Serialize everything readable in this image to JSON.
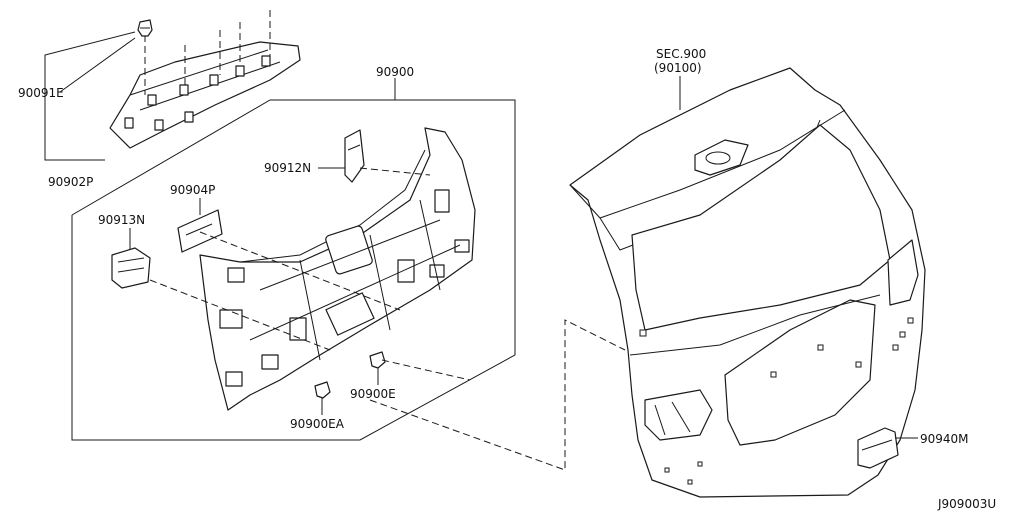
{
  "labels": {
    "p90091E": "90091E",
    "p90902P": "90902P",
    "p90900": "90900",
    "p90912N": "90912N",
    "p90904P": "90904P",
    "p90913N": "90913N",
    "p90900E": "90900E",
    "p90900EA": "90900EA",
    "sec_ref_line1": "SEC.900",
    "sec_ref_line2": "(90100)",
    "p90940M": "90940M"
  },
  "diagram_id": "J909003U"
}
